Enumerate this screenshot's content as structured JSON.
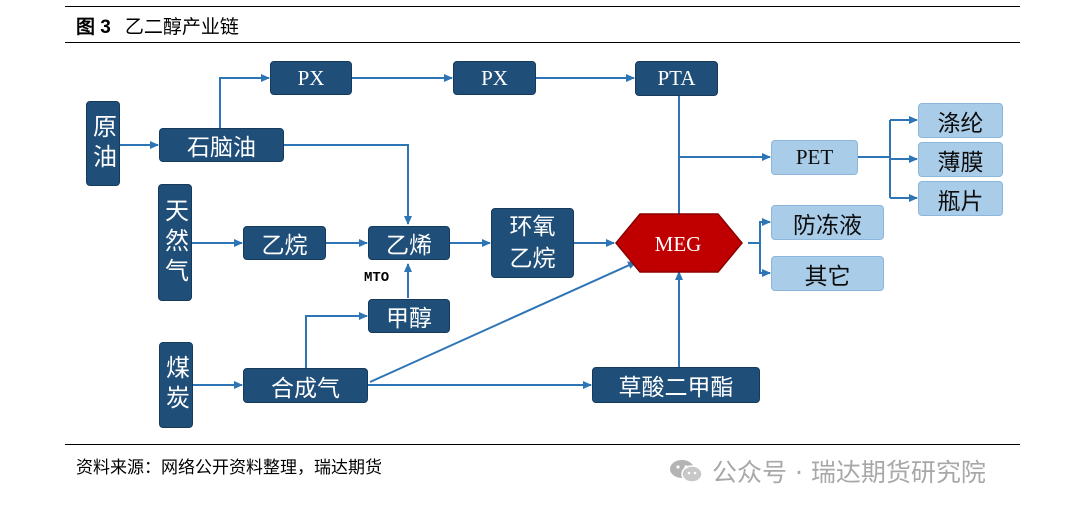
{
  "figure": {
    "number": "图 3",
    "title": "乙二醇产业链"
  },
  "nodes": {
    "crude_oil": "原油",
    "naphtha": "石脑油",
    "px1": "PX",
    "px2": "PX",
    "pta": "PTA",
    "natural_gas": "天然气",
    "ethane": "乙烷",
    "ethylene": "乙烯",
    "ethylene_oxide": "环氧乙烷",
    "meg": "MEG",
    "pet": "PET",
    "polyester": "涤纶",
    "film": "薄膜",
    "bottle": "瓶片",
    "antifreeze": "防冻液",
    "other": "其它",
    "coal": "煤炭",
    "syngas": "合成气",
    "methanol": "甲醇",
    "oxalate": "草酸二甲酯"
  },
  "edge_labels": {
    "mto": "MTO"
  },
  "footer": {
    "source": "资料来源：网络公开资料整理，瑞达期货",
    "watermark": "公众号 · 瑞达期货研究院"
  },
  "colors": {
    "dark_box": "#1f4e79",
    "light_box": "#a9cce9",
    "meg_fill": "#c00000",
    "arrow": "#2e75b6"
  }
}
